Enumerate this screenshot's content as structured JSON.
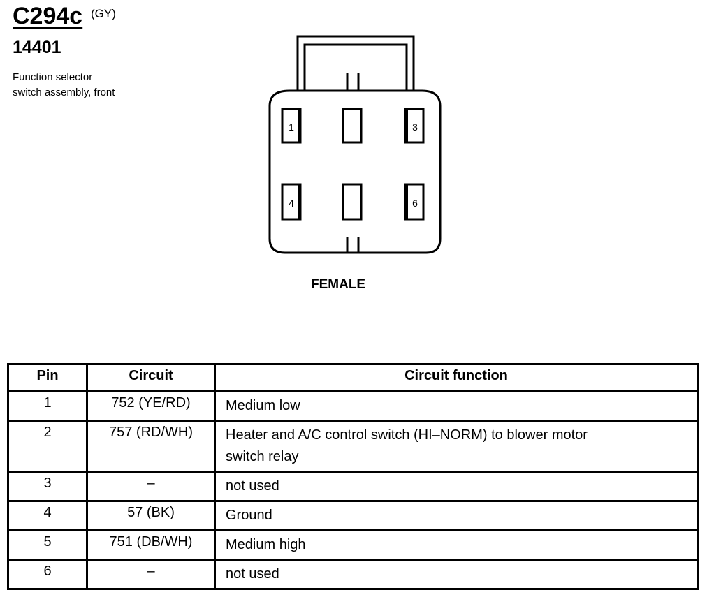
{
  "header": {
    "connector_id": "C294c",
    "color_code": "(GY)",
    "part_number": "14401",
    "description_line1": "Function selector",
    "description_line2": "switch assembly, front"
  },
  "connector": {
    "gender_label": "FEMALE",
    "cavity_labels": [
      "1",
      "",
      "3",
      "4",
      "",
      "6"
    ]
  },
  "table": {
    "headers": [
      "Pin",
      "Circuit",
      "Circuit function"
    ],
    "rows": [
      {
        "pin": "1",
        "circuit": "752 (YE/RD)",
        "function": "Medium low"
      },
      {
        "pin": "2",
        "circuit": "757 (RD/WH)",
        "function": "Heater and A/C control switch (HI–NORM) to blower motor switch relay"
      },
      {
        "pin": "3",
        "circuit": "–",
        "function": "not used"
      },
      {
        "pin": "4",
        "circuit": "57 (BK)",
        "function": "Ground"
      },
      {
        "pin": "5",
        "circuit": "751 (DB/WH)",
        "function": "Medium high"
      },
      {
        "pin": "6",
        "circuit": "–",
        "function": "not used"
      }
    ]
  }
}
